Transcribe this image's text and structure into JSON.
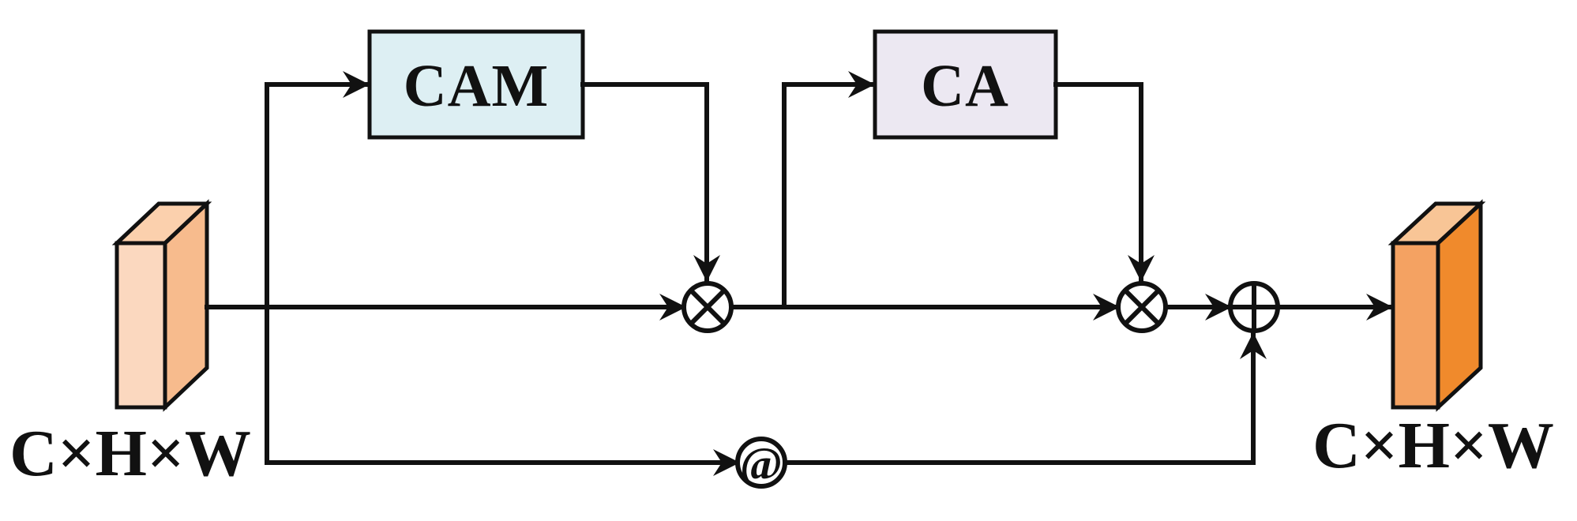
{
  "colors": {
    "stroke": "#111111",
    "cam_fill": "#ddeff3",
    "ca_fill": "#ece8f2",
    "input_front": "#fbd8bf",
    "input_side": "#f7bb8d",
    "input_top": "#fbd0ad",
    "output_front": "#f4a262",
    "output_side": "#f08a2c",
    "output_top": "#f8c596"
  },
  "modules": {
    "cam_label": "CAM",
    "ca_label": "CA"
  },
  "tensors": {
    "input_label": "C×H×W",
    "output_label": "C×H×W"
  },
  "operators": {
    "multiply_1": "⊗",
    "multiply_2": "⊗",
    "add": "⊕",
    "matmul": "@"
  }
}
